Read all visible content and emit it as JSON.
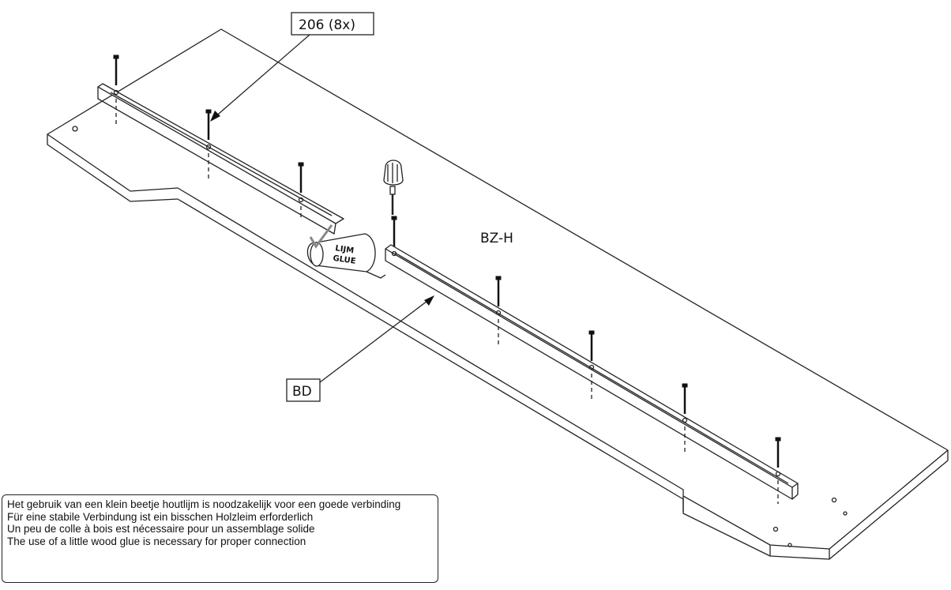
{
  "labels": {
    "screws_callout": "206 (8x)",
    "panel_label": "BZ-H",
    "batten_callout": "BD",
    "glue_tube_line1": "LIJM",
    "glue_tube_line2": "GLUE"
  },
  "note": {
    "lines": [
      "Het gebruik van een klein beetje houtlijm is noodzakelijk voor een goede verbinding",
      "Für eine stabile Verbindung ist ein bisschen Holzleim erforderlich",
      "Un peu de colle à bois est nécessaire pour un assemblage solide",
      "The use of a little wood glue is necessary for proper connection"
    ]
  },
  "icons": {
    "screw": "screw-icon",
    "screwdriver": "screwdriver-icon",
    "glue": "glue-tube-icon"
  }
}
